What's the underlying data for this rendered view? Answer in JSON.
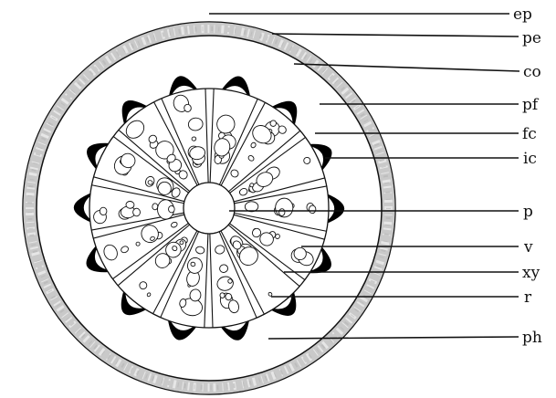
{
  "labels": {
    "ep": "ep",
    "pe": "pe",
    "co": "co",
    "pf": "pf",
    "fc": "fc",
    "ic": "ic",
    "p": "p",
    "v": "v",
    "xy": "xy",
    "r": "r",
    "ph": "ph"
  },
  "colors": {
    "outline": "#111111",
    "periderm": "#c9c9c9",
    "periderm_speckle": "#eeeeee",
    "fiber_cap": "#000000",
    "background": "#ffffff"
  },
  "structure": {
    "vascular_bundle_count": 14,
    "phloem_fiber_cap_count": 14
  }
}
